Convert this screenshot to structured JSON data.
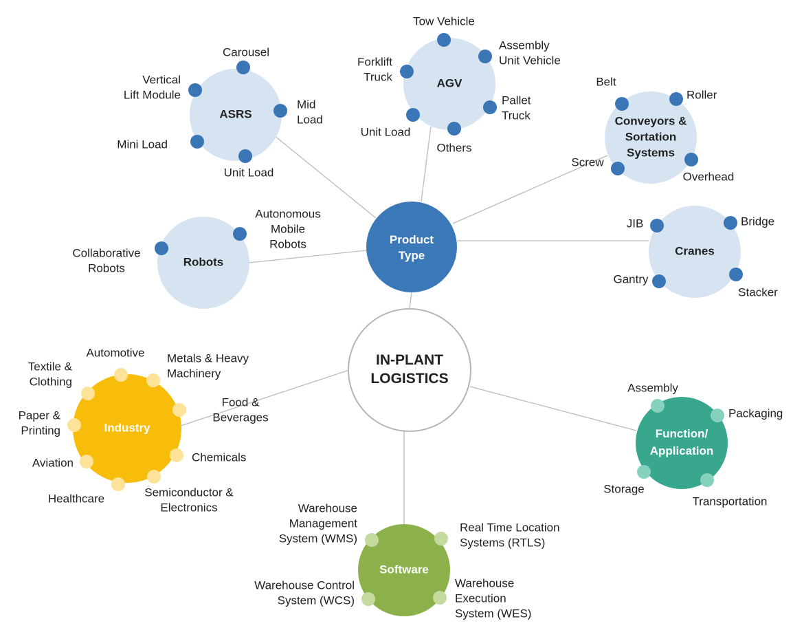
{
  "center": {
    "lines": [
      "IN-PLANT",
      "LOGISTICS"
    ]
  },
  "colors": {
    "product_type": "#3B78B7",
    "sub_hub_fill": "#D6E4F2",
    "sub_dot": "#3A75B5",
    "industry": "#F8BC0B",
    "industry_dot": "#FDE39A",
    "software": "#8CB14A",
    "software_dot": "#C5DA9E",
    "function": "#39A78D",
    "function_dot": "#84D2BE",
    "connector": "#BBBBBB",
    "label_dark": "#222222",
    "label_light": "#FFFFFF"
  },
  "hubs": {
    "product_type": {
      "lines": [
        "Product",
        "Type"
      ]
    },
    "industry": {
      "lines": [
        "Industry"
      ],
      "items": [
        [
          "Automotive"
        ],
        [
          "Metals & Heavy",
          "Machinery"
        ],
        [
          "Food &",
          "Beverages"
        ],
        [
          "Chemicals"
        ],
        [
          "Semiconductor &",
          "Electronics"
        ],
        [
          "Healthcare"
        ],
        [
          "Aviation"
        ],
        [
          "Paper &",
          "Printing"
        ],
        [
          "Textile &",
          "Clothing"
        ]
      ]
    },
    "software": {
      "lines": [
        "Software"
      ],
      "items": [
        [
          "Warehouse",
          "Management",
          "System (WMS)"
        ],
        [
          "Real Time Location",
          "Systems (RTLS)"
        ],
        [
          "Warehouse Control",
          "System (WCS)"
        ],
        [
          "Warehouse",
          "Execution",
          "System (WES)"
        ]
      ]
    },
    "function": {
      "lines": [
        "Function/",
        "Application"
      ],
      "items": [
        [
          "Assembly"
        ],
        [
          "Packaging"
        ],
        [
          "Storage"
        ],
        [
          "Transportation"
        ]
      ]
    }
  },
  "product_types": {
    "asrs": {
      "lines": [
        "ASRS"
      ],
      "items": [
        [
          "Carousel"
        ],
        [
          "Vertical",
          "Lift Module"
        ],
        [
          "Mid",
          "Load"
        ],
        [
          "Mini Load"
        ],
        [
          "Unit Load"
        ]
      ]
    },
    "agv": {
      "lines": [
        "AGV"
      ],
      "items": [
        [
          "Tow Vehicle"
        ],
        [
          "Assembly",
          "Unit Vehicle"
        ],
        [
          "Forklift",
          "Truck"
        ],
        [
          "Pallet",
          "Truck"
        ],
        [
          "Unit Load"
        ],
        [
          "Others"
        ]
      ]
    },
    "conveyors": {
      "lines": [
        "Conveyors &",
        "Sortation",
        "Systems"
      ],
      "items": [
        [
          "Belt"
        ],
        [
          "Roller"
        ],
        [
          "Screw"
        ],
        [
          "Overhead"
        ]
      ]
    },
    "cranes": {
      "lines": [
        "Cranes"
      ],
      "items": [
        [
          "JIB"
        ],
        [
          "Bridge"
        ],
        [
          "Gantry"
        ],
        [
          "Stacker"
        ]
      ]
    },
    "robots": {
      "lines": [
        "Robots"
      ],
      "items": [
        [
          "Autonomous",
          "Mobile",
          "Robots"
        ],
        [
          "Collaborative",
          "Robots"
        ]
      ]
    }
  }
}
